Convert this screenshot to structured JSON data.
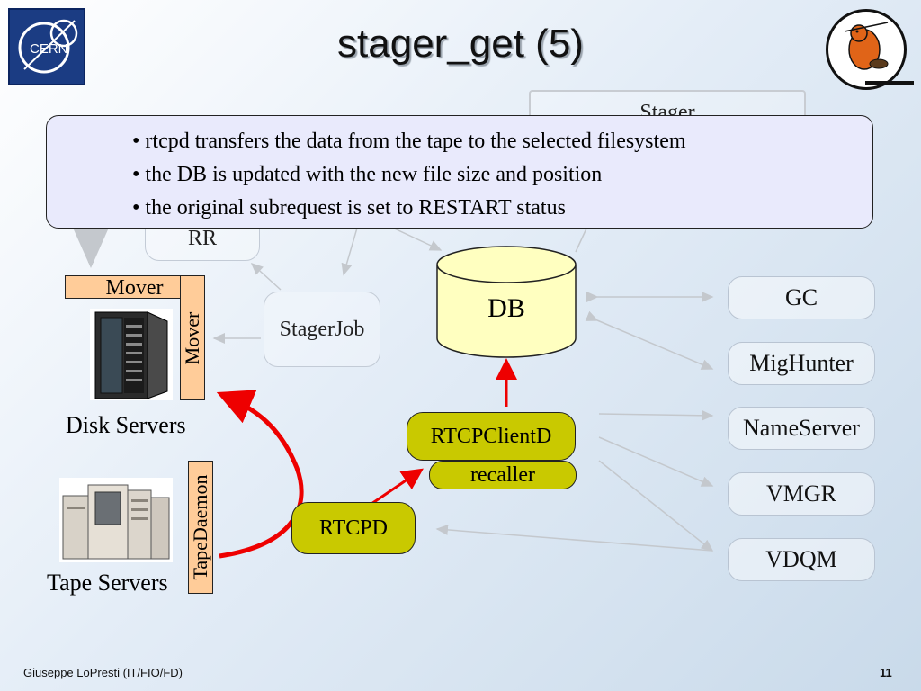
{
  "slide": {
    "title": "stager_get (5)",
    "footer_author": "Giuseppe LoPresti (IT/FIO/FD)",
    "page_number": "11"
  },
  "logos": {
    "cern_text": "CERN"
  },
  "callout": {
    "bullets": [
      "rtcpd transfers the data from the tape to the selected filesystem",
      "the DB is updated with the new file size and position",
      "the original subrequest is set to RESTART status"
    ]
  },
  "nodes": {
    "stager": "Stager",
    "rr": "RR",
    "stagerjob": "StagerJob",
    "db": "DB",
    "rtcpclientd": "RTCPClientD",
    "recaller": "recaller",
    "rtcpd": "RTCPD",
    "gc": "GC",
    "mighunter": "MigHunter",
    "nameserver": "NameServer",
    "vmgr": "VMGR",
    "vdqm": "VDQM"
  },
  "servers": {
    "disk_label": "Disk Servers",
    "tape_label": "Tape Servers",
    "mover_label": "Mover",
    "mover_vertical_label": "Mover",
    "tapedaemon_label": "TapeDaemon"
  },
  "colors": {
    "accent_red": "#ee0000",
    "node_yellow": "#c9c900",
    "db_fill": "#ffffc0",
    "mover_fill": "#ffcc99",
    "callout_fill": "#e9eafc"
  }
}
